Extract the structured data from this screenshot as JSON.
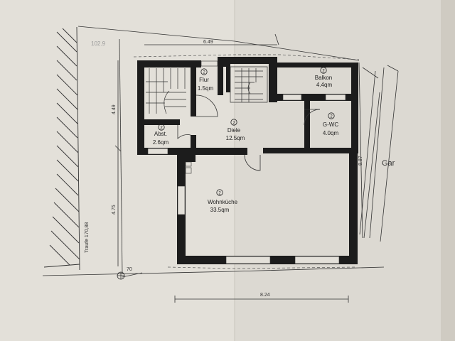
{
  "plan": {
    "top_width": "6.49",
    "bottom_width": "8.24",
    "left_upper": "4.49",
    "left_lower": "4.75",
    "right_dim": "8.87",
    "corner_mark": "70",
    "scribble_top": "102.9",
    "boundary_note": "Traufe 170,88",
    "neighbor_label": "Gar"
  },
  "rooms": [
    {
      "id": "flur",
      "name": "Flur",
      "area": "1.5qm",
      "marker": "2"
    },
    {
      "id": "balkon",
      "name": "Balkon",
      "area": "4.4qm",
      "marker": "2"
    },
    {
      "id": "diele",
      "name": "Diele",
      "area": "12.5qm",
      "marker": "2"
    },
    {
      "id": "gwc",
      "name": "G-WC",
      "area": "4.0qm",
      "marker": "2"
    },
    {
      "id": "abst",
      "name": "Abst.",
      "area": "2.6qm",
      "marker": "2"
    },
    {
      "id": "wohnkueche",
      "name": "Wohnküche",
      "area": "33.5qm",
      "marker": "2"
    }
  ]
}
